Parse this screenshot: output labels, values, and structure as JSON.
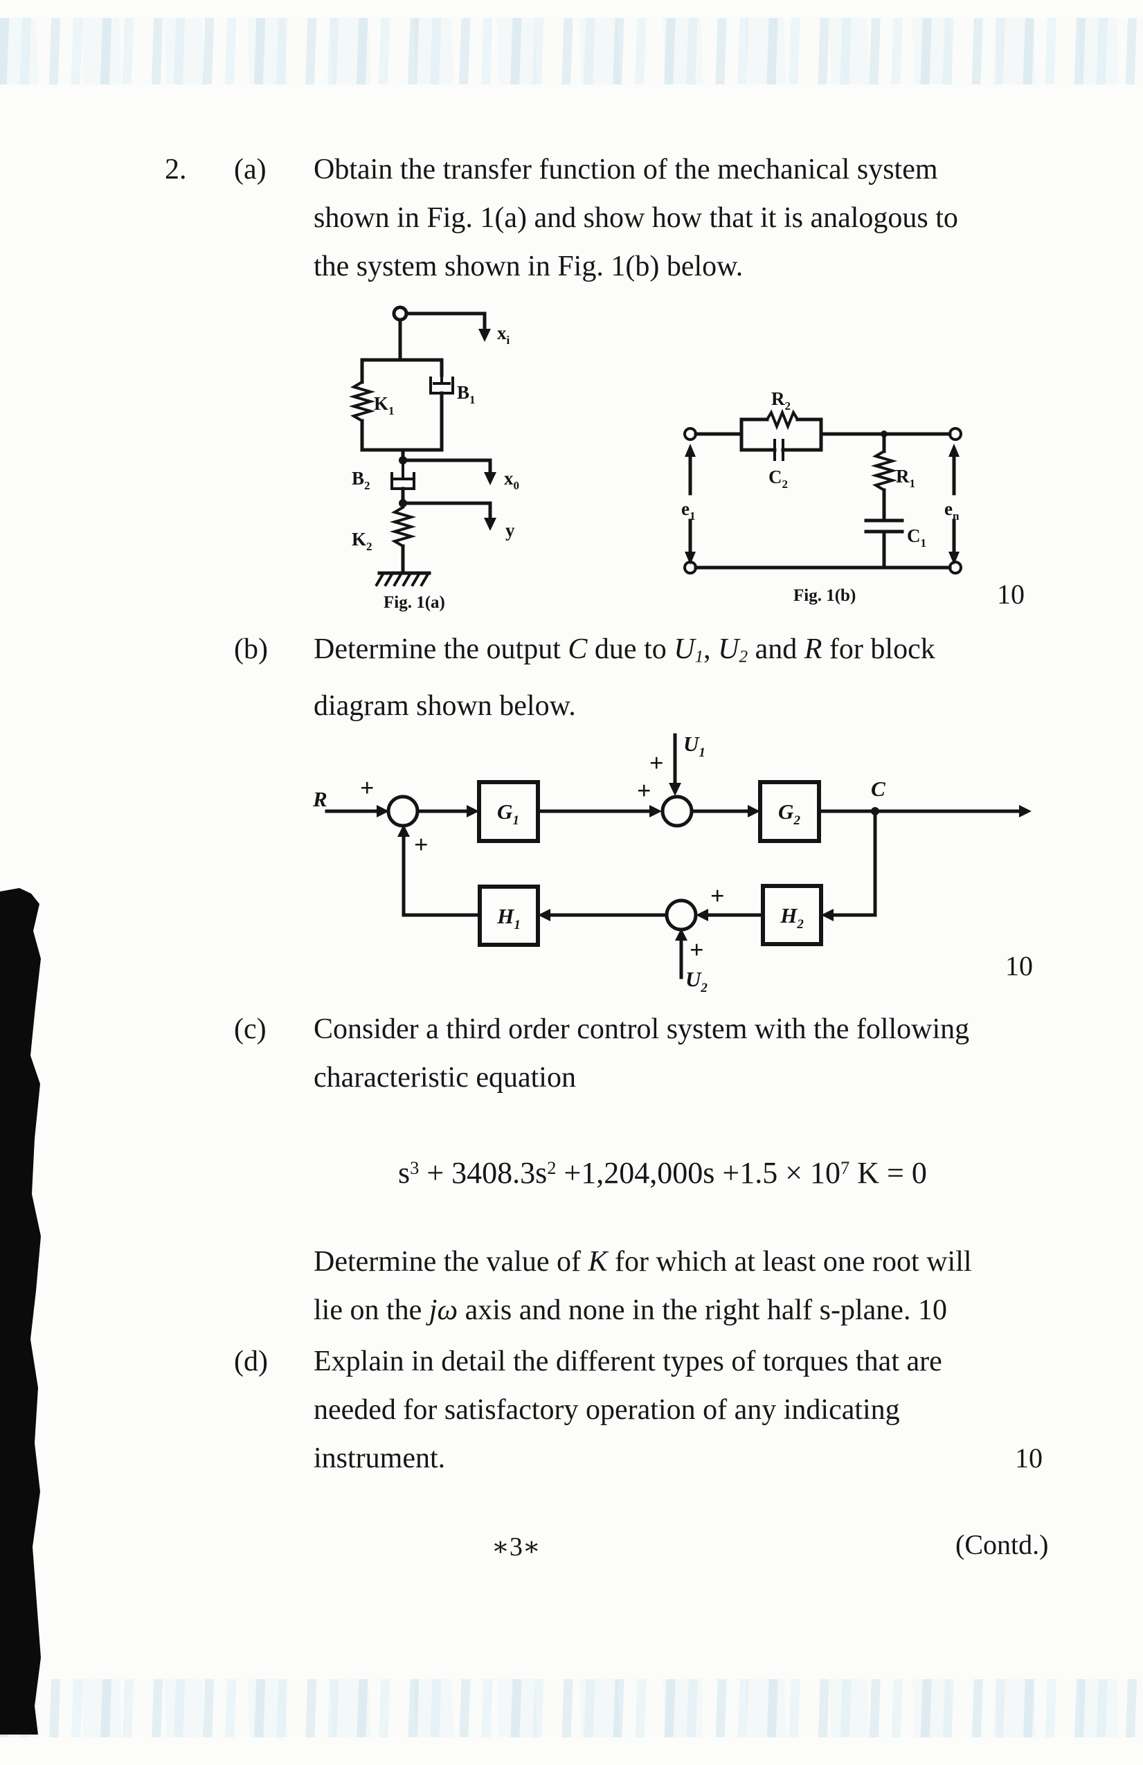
{
  "colors": {
    "ink": "#141414",
    "paper": "#fcfcfa",
    "scan_band": "#0b0b0b"
  },
  "question": {
    "number": "2.",
    "parts": {
      "a": {
        "label": "(a)",
        "lines": [
          "Obtain the transfer function of the mechanical system",
          "shown in Fig. 1(a) and show how that it is analogous to",
          "the system shown in Fig. 1(b) below."
        ],
        "marks": "10"
      },
      "b": {
        "label": "(b)",
        "line1_rich": [
          {
            "t": "Determine the output "
          },
          {
            "t": "C",
            "it": true
          },
          {
            "t": " due to "
          },
          {
            "t": "U",
            "it": true
          },
          {
            "t": "1",
            "it": true,
            "sub": true
          },
          {
            "t": ", "
          },
          {
            "t": "U",
            "it": true
          },
          {
            "t": "2",
            "it": true,
            "sub": true
          },
          {
            "t": " and "
          },
          {
            "t": "R",
            "it": true
          },
          {
            "t": " for block"
          }
        ],
        "line2": "diagram shown below.",
        "marks": "10"
      },
      "c": {
        "label": "(c)",
        "line1": "Consider a third order control system with the following",
        "line2": "characteristic equation",
        "equation_rich": [
          {
            "t": "s"
          },
          {
            "t": "3",
            "sup": true
          },
          {
            "t": " + 3408.3s"
          },
          {
            "t": "2",
            "sup": true
          },
          {
            "t": " +1,204,000s +1.5 × 10"
          },
          {
            "t": "7",
            "sup": true
          },
          {
            "t": " K = 0"
          }
        ],
        "line3_rich": [
          {
            "t": "Determine the value of "
          },
          {
            "t": "K",
            "it": true
          },
          {
            "t": " for which at least one root will"
          }
        ],
        "line4_rich": [
          {
            "t": "lie on the "
          },
          {
            "t": "jω",
            "it": true
          },
          {
            "t": " axis and none in the right half s-plane. "
          },
          {
            "t": "10"
          }
        ]
      },
      "d": {
        "label": "(d)",
        "line1": "Explain in detail the different types of torques that are",
        "line2": "needed for satisfactory operation of any indicating",
        "line3": "instrument.",
        "marks": "10"
      }
    }
  },
  "fig_a": {
    "caption": "Fig. 1(a)",
    "labels": {
      "xi": {
        "b": "x",
        "s": "i"
      },
      "k1": {
        "b": "K",
        "s": "1"
      },
      "b1": {
        "b": "B",
        "s": "1"
      },
      "b2": {
        "b": "B",
        "s": "2"
      },
      "xo": {
        "b": "x",
        "s": "0"
      },
      "k2": {
        "b": "K",
        "s": "2"
      },
      "y": "y"
    }
  },
  "fig_b": {
    "caption": "Fig. 1(b)",
    "labels": {
      "r2": {
        "b": "R",
        "s": "2"
      },
      "c2": {
        "b": "C",
        "s": "2"
      },
      "r1": {
        "b": "R",
        "s": "1"
      },
      "c1": {
        "b": "C",
        "s": "1"
      },
      "e1": {
        "b": "e",
        "s": "1"
      },
      "en": {
        "b": "e",
        "s": "n"
      }
    }
  },
  "block_diagram": {
    "labels": {
      "r": "R",
      "c": "C",
      "plus": "+",
      "g1": {
        "b": "G",
        "s": "1"
      },
      "g2": {
        "b": "G",
        "s": "2"
      },
      "h1": {
        "b": "H",
        "s": "1"
      },
      "h2": {
        "b": "H",
        "s": "2"
      },
      "u1": {
        "b": "U",
        "s": "1"
      },
      "u2": {
        "b": "U",
        "s": "2"
      }
    }
  },
  "footer": {
    "page_marker": "∗3∗",
    "contd": "(Contd.)"
  }
}
